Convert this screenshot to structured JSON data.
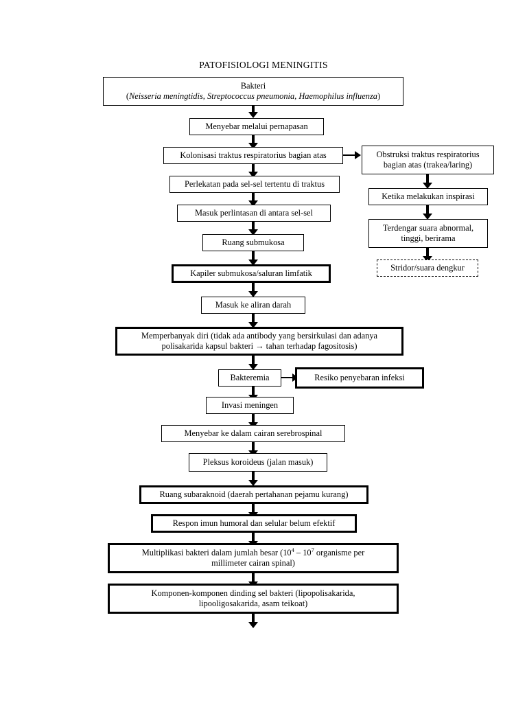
{
  "title": "PATOFISIOLOGI MENINGITIS",
  "chart_data": {
    "type": "diagram",
    "diagram_kind": "flowchart",
    "title": "PATOFISIOLOGI MENINGITIS",
    "orientation": "top-to-bottom",
    "nodes": [
      {
        "id": "bakteri",
        "line1": "Bakteri",
        "line2_prefix": "(",
        "line2_italic": "Neisseria meningtidis, Streptococcus pneumonia, Haemophilus influenza",
        "line2_suffix": ")",
        "style": "solid",
        "branch": "main"
      },
      {
        "id": "menyebar-pernapasan",
        "label": "Menyebar melalui pernapasan",
        "style": "solid",
        "branch": "main"
      },
      {
        "id": "kolonisasi",
        "label": "Kolonisasi traktus respiratorius bagian atas",
        "style": "solid",
        "branch": "main"
      },
      {
        "id": "perlekatan",
        "label": "Perlekatan pada sel-sel tertentu di traktus",
        "style": "solid",
        "branch": "main"
      },
      {
        "id": "masuk-perlintasan",
        "label": "Masuk perlintasan di antara sel-sel",
        "style": "solid",
        "branch": "main"
      },
      {
        "id": "ruang-submukosa",
        "label": "Ruang submukosa",
        "style": "solid",
        "branch": "main"
      },
      {
        "id": "kapiler-submukosa",
        "label": "Kapiler submukosa/saluran limfatik",
        "style": "solid",
        "branch": "main"
      },
      {
        "id": "aliran-darah",
        "label": "Masuk ke aliran darah",
        "style": "solid",
        "branch": "main"
      },
      {
        "id": "memperbanyak-diri",
        "line1": "Memperbanyak diri (tidak ada antibody yang bersirkulasi dan adanya",
        "line2": "polisakarida kapsul bakteri → tahan terhadap fagositosis)",
        "style": "solid",
        "branch": "main"
      },
      {
        "id": "bakteremia",
        "label": "Bakteremia",
        "style": "solid",
        "branch": "main"
      },
      {
        "id": "resiko-penyebaran",
        "label": "Resiko penyebaran infeksi",
        "style": "thick",
        "branch": "side-outcome"
      },
      {
        "id": "invasi-meningen",
        "label": "Invasi meningen",
        "style": "solid",
        "branch": "main"
      },
      {
        "id": "cairan-serebrospinal",
        "label": "Menyebar ke dalam cairan serebrospinal",
        "style": "solid",
        "branch": "main"
      },
      {
        "id": "pleksus-koroideus",
        "label": "Pleksus koroideus (jalan masuk)",
        "style": "solid",
        "branch": "main"
      },
      {
        "id": "ruang-subaraknoid",
        "label": "Ruang subaraknoid (daerah pertahanan pejamu kurang)",
        "style": "solid",
        "branch": "main"
      },
      {
        "id": "respon-imun",
        "label": "Respon imun humoral dan selular belum efektif",
        "style": "solid",
        "branch": "main"
      },
      {
        "id": "multiplikasi",
        "line1_a": "Multiplikasi bakteri dalam jumlah besar (10",
        "line1_sup1": "4",
        "line1_b": " – 10",
        "line1_sup2": "7",
        "line1_c": " organisme per",
        "line2": "millimeter cairan spinal)",
        "style": "solid",
        "branch": "main"
      },
      {
        "id": "komponen-dinding",
        "line1": "Komponen-komponen dinding sel bakteri (lipopolisakarida,",
        "line2": "lipooligosakarida, asam teikoat)",
        "style": "solid",
        "branch": "main"
      },
      {
        "id": "obstruksi",
        "line1": "Obstruksi traktus respiratorius",
        "line2": "bagian atas (trakea/laring)",
        "style": "solid",
        "branch": "right"
      },
      {
        "id": "inspirasi",
        "label": "Ketika melakukan inspirasi",
        "style": "solid",
        "branch": "right"
      },
      {
        "id": "suara-abnormal",
        "line1": "Terdengar suara abnormal,",
        "line2": "tinggi, berirama",
        "style": "solid",
        "branch": "right"
      },
      {
        "id": "stridor",
        "label": "Stridor/suara dengkur",
        "style": "dashed",
        "branch": "right"
      }
    ],
    "edges": [
      {
        "from": "bakteri",
        "to": "menyebar-pernapasan",
        "direction": "down"
      },
      {
        "from": "menyebar-pernapasan",
        "to": "kolonisasi",
        "direction": "down"
      },
      {
        "from": "kolonisasi",
        "to": "obstruksi",
        "direction": "right"
      },
      {
        "from": "kolonisasi",
        "to": "perlekatan",
        "direction": "down"
      },
      {
        "from": "perlekatan",
        "to": "masuk-perlintasan",
        "direction": "down"
      },
      {
        "from": "masuk-perlintasan",
        "to": "ruang-submukosa",
        "direction": "down"
      },
      {
        "from": "ruang-submukosa",
        "to": "kapiler-submukosa",
        "direction": "down"
      },
      {
        "from": "kapiler-submukosa",
        "to": "aliran-darah",
        "direction": "down"
      },
      {
        "from": "aliran-darah",
        "to": "memperbanyak-diri",
        "direction": "down"
      },
      {
        "from": "memperbanyak-diri",
        "to": "bakteremia",
        "direction": "down"
      },
      {
        "from": "bakteremia",
        "to": "resiko-penyebaran",
        "direction": "right"
      },
      {
        "from": "bakteremia",
        "to": "invasi-meningen",
        "direction": "down"
      },
      {
        "from": "invasi-meningen",
        "to": "cairan-serebrospinal",
        "direction": "down"
      },
      {
        "from": "cairan-serebrospinal",
        "to": "pleksus-koroideus",
        "direction": "down"
      },
      {
        "from": "pleksus-koroideus",
        "to": "ruang-subaraknoid",
        "direction": "down"
      },
      {
        "from": "ruang-subaraknoid",
        "to": "respon-imun",
        "direction": "down"
      },
      {
        "from": "respon-imun",
        "to": "multiplikasi",
        "direction": "down"
      },
      {
        "from": "multiplikasi",
        "to": "komponen-dinding",
        "direction": "down"
      },
      {
        "from": "komponen-dinding",
        "to": null,
        "direction": "down",
        "note": "continues off-page"
      },
      {
        "from": "obstruksi",
        "to": "inspirasi",
        "direction": "down"
      },
      {
        "from": "inspirasi",
        "to": "suara-abnormal",
        "direction": "down"
      },
      {
        "from": "suara-abnormal",
        "to": "stridor",
        "direction": "down"
      }
    ]
  }
}
